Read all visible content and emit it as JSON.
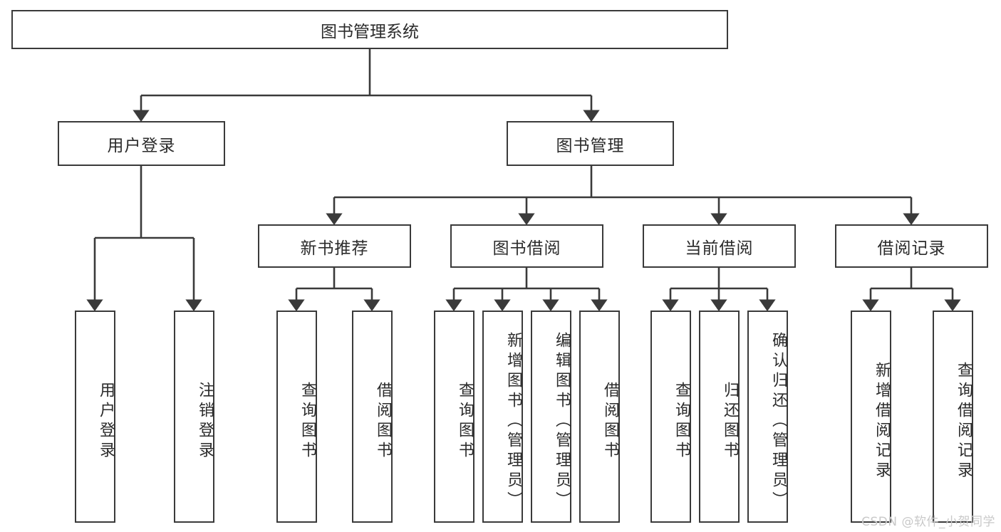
{
  "diagram": {
    "title": "图书管理系统",
    "type": "tree-hierarchy-chart",
    "watermark": "CSDN @软件_小贺同学",
    "colors": {
      "box_border": "#3a3a3a",
      "box_fill": "#ffffff",
      "text": "#2b2b2b",
      "connector": "#3a3a3a",
      "watermark": "#c9c9c9"
    },
    "levels": {
      "root": {
        "label": "图书管理系统"
      },
      "level2": [
        {
          "label": "用户登录"
        },
        {
          "label": "图书管理"
        }
      ],
      "level3": [
        {
          "label": "新书推荐"
        },
        {
          "label": "图书借阅"
        },
        {
          "label": "当前借阅"
        },
        {
          "label": "借阅记录"
        }
      ],
      "leaves": {
        "user_login": [
          {
            "label": "用户登录"
          },
          {
            "label": "注销登录"
          }
        ],
        "new_book_recommend": [
          {
            "label": "查询图书"
          },
          {
            "label": "借阅图书"
          }
        ],
        "book_borrow": [
          {
            "label": "查询图书"
          },
          {
            "label": "新增图书（管理员）"
          },
          {
            "label": "编辑图书（管理员）"
          },
          {
            "label": "借阅图书"
          }
        ],
        "current_borrow": [
          {
            "label": "查询图书"
          },
          {
            "label": "归还图书"
          },
          {
            "label": "确认归还（管理员）"
          }
        ],
        "borrow_record": [
          {
            "label": "新增借阅记录"
          },
          {
            "label": "查询借阅记录"
          }
        ]
      }
    }
  }
}
